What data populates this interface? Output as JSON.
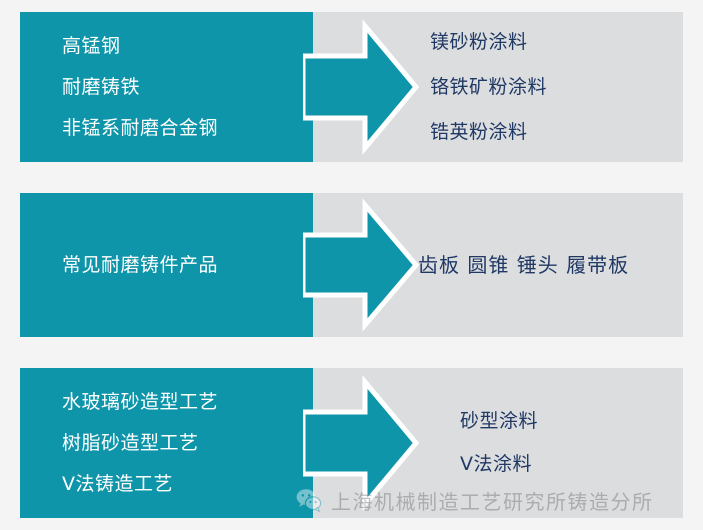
{
  "theme": {
    "background": "#f4f4f4",
    "teal": "#0f95aa",
    "grey_panel": "#dcdddf",
    "left_text_color": "#ffffff",
    "right_text_color": "#1f3864",
    "arrow_outline": "#ffffff"
  },
  "rows": [
    {
      "id": "materials",
      "left_lines": [
        "高锰钢",
        "耐磨铸铁",
        "非锰系耐磨合金钢"
      ],
      "right_lines": [
        "镁砂粉涂料",
        "铬铁矿粉涂料",
        "锆英粉涂料"
      ]
    },
    {
      "id": "products",
      "left_lines": [
        "常见耐磨铸件产品"
      ],
      "right_lines": [
        "齿板  圆锥  锤头  履带板"
      ]
    },
    {
      "id": "processes",
      "left_lines": [
        "水玻璃砂造型工艺",
        "树脂砂造型工艺",
        "V法铸造工艺"
      ],
      "right_lines": [
        "砂型涂料",
        "V法涂料"
      ]
    }
  ],
  "watermark": {
    "icon": "wechat-icon",
    "text": "上海机械制造工艺研究所铸造分所"
  }
}
